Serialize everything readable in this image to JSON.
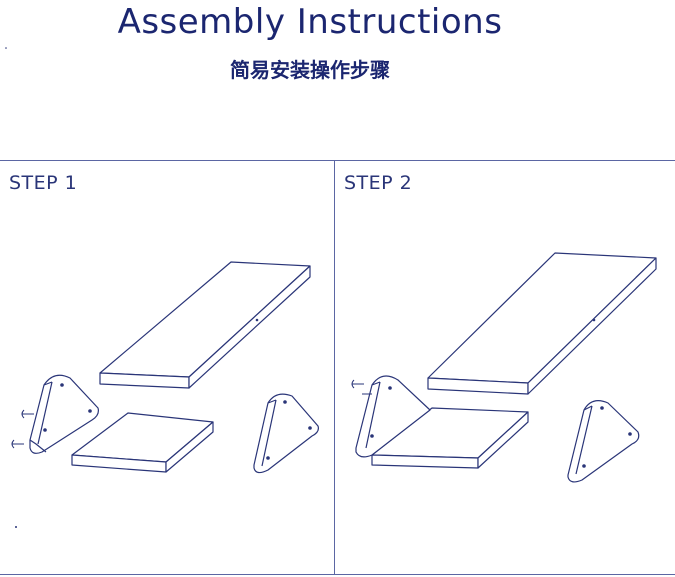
{
  "header": {
    "title": "Assembly Instructions",
    "subtitle": "简易安装操作步骤"
  },
  "steps": [
    {
      "label": "STEP 1"
    },
    {
      "label": "STEP 2"
    }
  ],
  "colors": {
    "ink": "#1b2670",
    "line": "#2a3578"
  }
}
